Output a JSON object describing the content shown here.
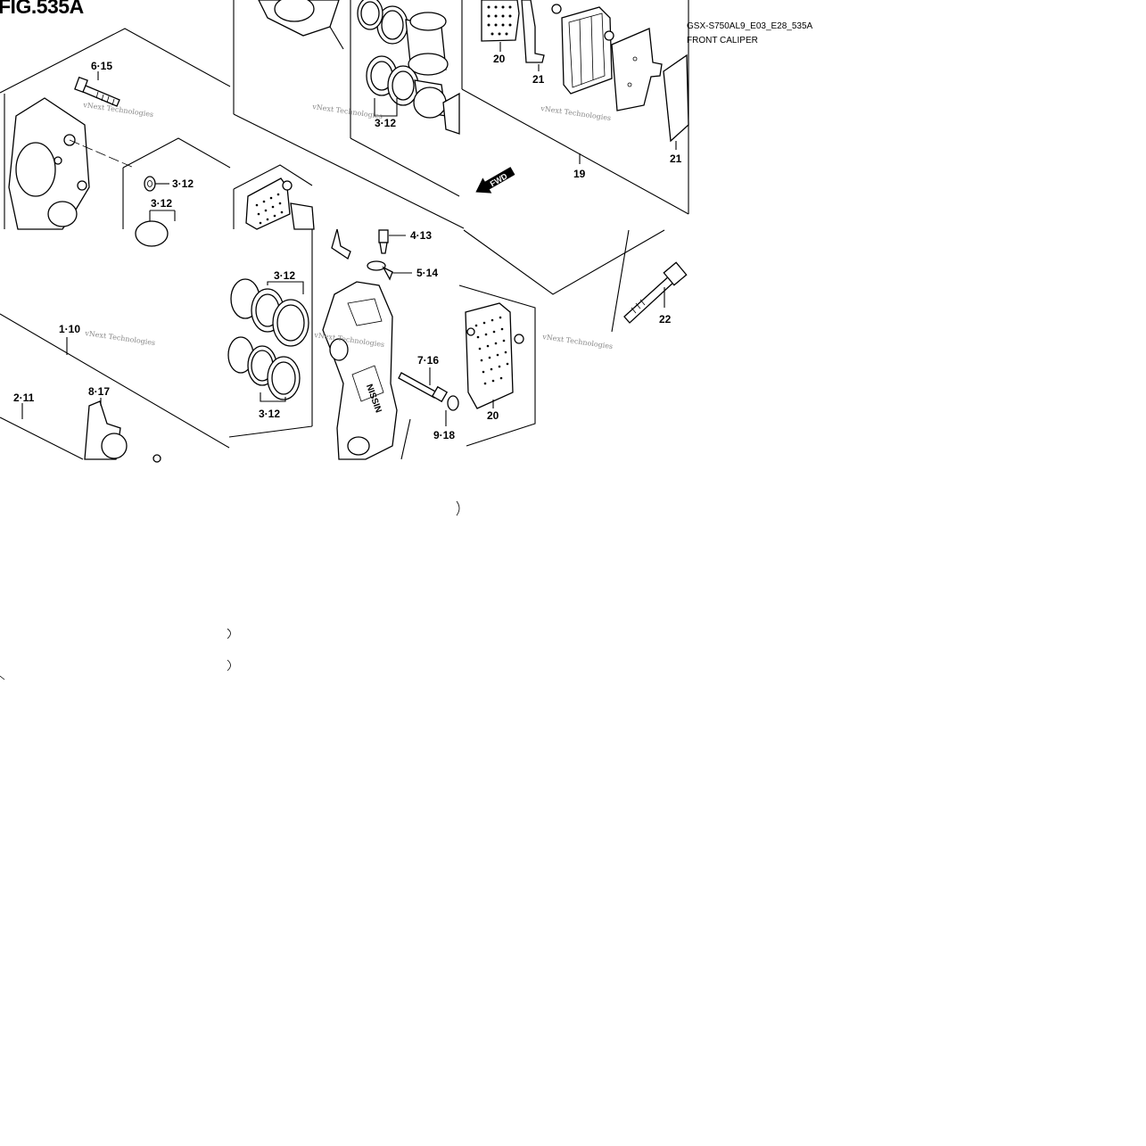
{
  "figure": {
    "title": "FIG.535A",
    "model_code": "GSX-S750AL9_E03_E28_535A",
    "section_name": "FRONT CALIPER"
  },
  "watermark": "vNext Technologies",
  "direction_label": "FWD",
  "callouts": [
    {
      "id": "c-6-15",
      "text": "6·15"
    },
    {
      "id": "c-3-12-a",
      "text": "3·12"
    },
    {
      "id": "c-3-12-b",
      "text": "3·12"
    },
    {
      "id": "c-3-12-c",
      "text": "3·12"
    },
    {
      "id": "c-20-a",
      "text": "20"
    },
    {
      "id": "c-21-a",
      "text": "21"
    },
    {
      "id": "c-21-b",
      "text": "21"
    },
    {
      "id": "c-19",
      "text": "19"
    },
    {
      "id": "c-4-13",
      "text": "4·13"
    },
    {
      "id": "c-5-14",
      "text": "5·14"
    },
    {
      "id": "c-3-12-d",
      "text": "3·12"
    },
    {
      "id": "c-3-12-e",
      "text": "3·12"
    },
    {
      "id": "c-1-10",
      "text": "1·10"
    },
    {
      "id": "c-7-16",
      "text": "7·16"
    },
    {
      "id": "c-20-b",
      "text": "20"
    },
    {
      "id": "c-9-18",
      "text": "9·18"
    },
    {
      "id": "c-22",
      "text": "22"
    },
    {
      "id": "c-2-11",
      "text": "2·11"
    },
    {
      "id": "c-8-17",
      "text": "8·17"
    }
  ],
  "caliper_mark": "NISSIN"
}
